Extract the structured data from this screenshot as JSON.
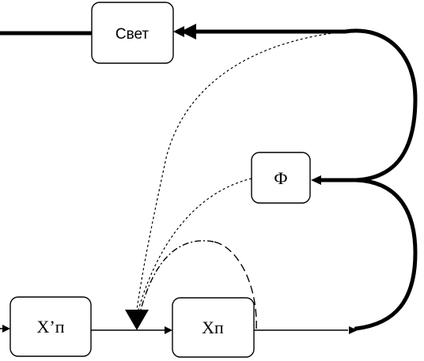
{
  "diagram": {
    "nodes": [
      {
        "id": "svet",
        "label": "Свет"
      },
      {
        "id": "phi",
        "label": "Ф"
      },
      {
        "id": "xpn",
        "label": "X’п"
      },
      {
        "id": "xn",
        "label": "Xп"
      }
    ],
    "edges": [
      {
        "from": "input",
        "to": "xpn",
        "style": "solid-thin"
      },
      {
        "from": "xpn",
        "to": "xn",
        "style": "solid-thin"
      },
      {
        "from": "xn",
        "to": "right-branch",
        "style": "solid-thin"
      },
      {
        "from": "right-branch",
        "to": "phi",
        "style": "solid-thick"
      },
      {
        "from": "phi-branch",
        "to": "svet",
        "style": "solid-thick"
      },
      {
        "from": "svet",
        "to": "output-left",
        "style": "solid-thick"
      },
      {
        "from": "svet-branch",
        "to": "merge-triangle",
        "style": "dotted"
      },
      {
        "from": "phi",
        "to": "merge-triangle",
        "style": "dotted"
      },
      {
        "from": "xn",
        "to": "merge-triangle",
        "style": "dash-dot"
      }
    ]
  }
}
